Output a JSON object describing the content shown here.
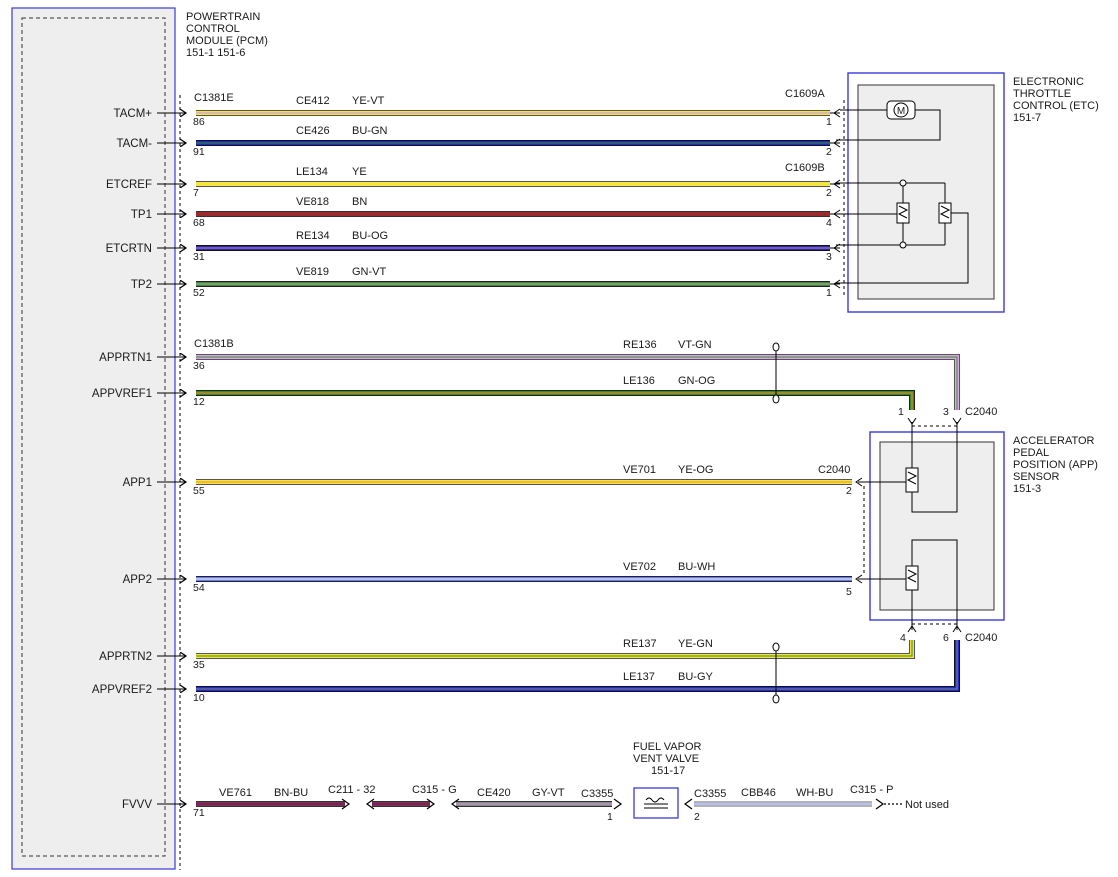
{
  "pcm": {
    "title_lines": [
      "POWERTRAIN",
      "CONTROL",
      "MODULE (PCM)"
    ],
    "ref": "151-1   151-6",
    "pins": {
      "tacm_pos": "TACM+",
      "tacm_neg": "TACM-",
      "etcref": "ETCREF",
      "tp1": "TP1",
      "etcrtn": "ETCRTN",
      "tp2": "TP2",
      "apprtn1": "APPRTN1",
      "appvref1": "APPVREF1",
      "app1": "APP1",
      "app2": "APP2",
      "apprtn2": "APPRTN2",
      "appvref2": "APPVREF2",
      "fvvv": "FVVV"
    }
  },
  "etc": {
    "title_lines": [
      "ELECTRONIC",
      "THROTTLE",
      "CONTROL (ETC)"
    ],
    "ref": "151-7",
    "motor_symbol": "M"
  },
  "app_sensor": {
    "title_lines": [
      "ACCELERATOR",
      "PEDAL",
      "POSITION (APP)",
      "SENSOR"
    ],
    "ref": "151-3"
  },
  "fuel_valve": {
    "title_lines": [
      "FUEL VAPOR",
      "VENT VALVE"
    ],
    "ref": "151-17"
  },
  "connectors": {
    "c1381e": "C1381E",
    "c1381b": "C1381B",
    "c1609a": "C1609A",
    "c1609b": "C1609B",
    "c2040": "C2040",
    "c211": "C211 - 32",
    "c315g": "C315 - G",
    "c3355": "C3355",
    "c315p": "C315 - P"
  },
  "circuits": {
    "tacm_pos": {
      "id": "CE412",
      "color": "YE-VT",
      "pcm_pin": "86",
      "dev_pin": "1"
    },
    "tacm_neg": {
      "id": "CE426",
      "color": "BU-GN",
      "pcm_pin": "91",
      "dev_pin": "2"
    },
    "etcref": {
      "id": "LE134",
      "color": "YE",
      "pcm_pin": "7",
      "dev_pin": "2"
    },
    "tp1": {
      "id": "VE818",
      "color": "BN",
      "pcm_pin": "68",
      "dev_pin": "4"
    },
    "etcrtn": {
      "id": "RE134",
      "color": "BU-OG",
      "pcm_pin": "31",
      "dev_pin": "3"
    },
    "tp2": {
      "id": "VE819",
      "color": "GN-VT",
      "pcm_pin": "52",
      "dev_pin": "1"
    },
    "apprtn1": {
      "id": "RE136",
      "color": "VT-GN",
      "pcm_pin": "36",
      "dev_pin": "3"
    },
    "appvref1": {
      "id": "LE136",
      "color": "GN-OG",
      "pcm_pin": "12",
      "dev_pin": "1"
    },
    "app1": {
      "id": "VE701",
      "color": "YE-OG",
      "pcm_pin": "55",
      "dev_pin": "2"
    },
    "app2": {
      "id": "VE702",
      "color": "BU-WH",
      "pcm_pin": "54",
      "dev_pin": "5"
    },
    "apprtn2": {
      "id": "RE137",
      "color": "YE-GN",
      "pcm_pin": "35",
      "dev_pin": "4"
    },
    "appvref2": {
      "id": "LE137",
      "color": "BU-GY",
      "pcm_pin": "10",
      "dev_pin": "6"
    },
    "fvvv": {
      "id": "VE761",
      "color": "BN-BU",
      "pcm_pin": "71"
    },
    "fvvv_mid": {
      "id": "CE420",
      "color": "GY-VT",
      "dev_pin": "1"
    },
    "fvvv_out": {
      "id": "CBB46",
      "color": "WH-BU",
      "dev_pin": "2"
    }
  },
  "not_used": "Not used",
  "colors": {
    "box_blue": "#3a3ad8",
    "component_fill": "#eeeeee",
    "wire_yellow": "#f4e542",
    "wire_blue": "#1f2ad6",
    "wire_light_blue": "#6a7cf0",
    "wire_brown": "#9b2a2a",
    "wire_green": "#3a8a2a",
    "wire_violet": "#c9a0dc",
    "wire_gray": "#888888"
  }
}
